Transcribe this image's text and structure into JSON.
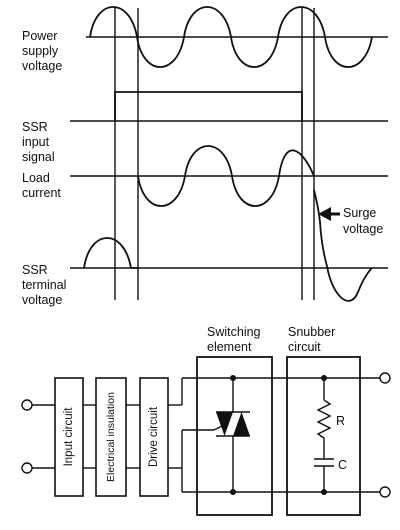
{
  "waveforms": {
    "power_supply_label": [
      "Power",
      "supply",
      "voltage"
    ],
    "ssr_input_label": [
      "SSR",
      "input",
      "signal"
    ],
    "load_current_label": [
      "Load",
      "current"
    ],
    "ssr_terminal_label": [
      "SSR",
      "terminal",
      "voltage"
    ],
    "surge_label": [
      "Surge",
      "voltage"
    ]
  },
  "circuit": {
    "blocks": [
      {
        "name": "input-circuit",
        "label": "Input circuit"
      },
      {
        "name": "electrical-insulation",
        "label": "Electrical insulation"
      },
      {
        "name": "drive-circuit",
        "label": "Drive circuit"
      }
    ],
    "switching_label": [
      "Switching",
      "element"
    ],
    "snubber_label": [
      "Snubber",
      "circuit"
    ],
    "resistor_label": "R",
    "capacitor_label": "C"
  }
}
